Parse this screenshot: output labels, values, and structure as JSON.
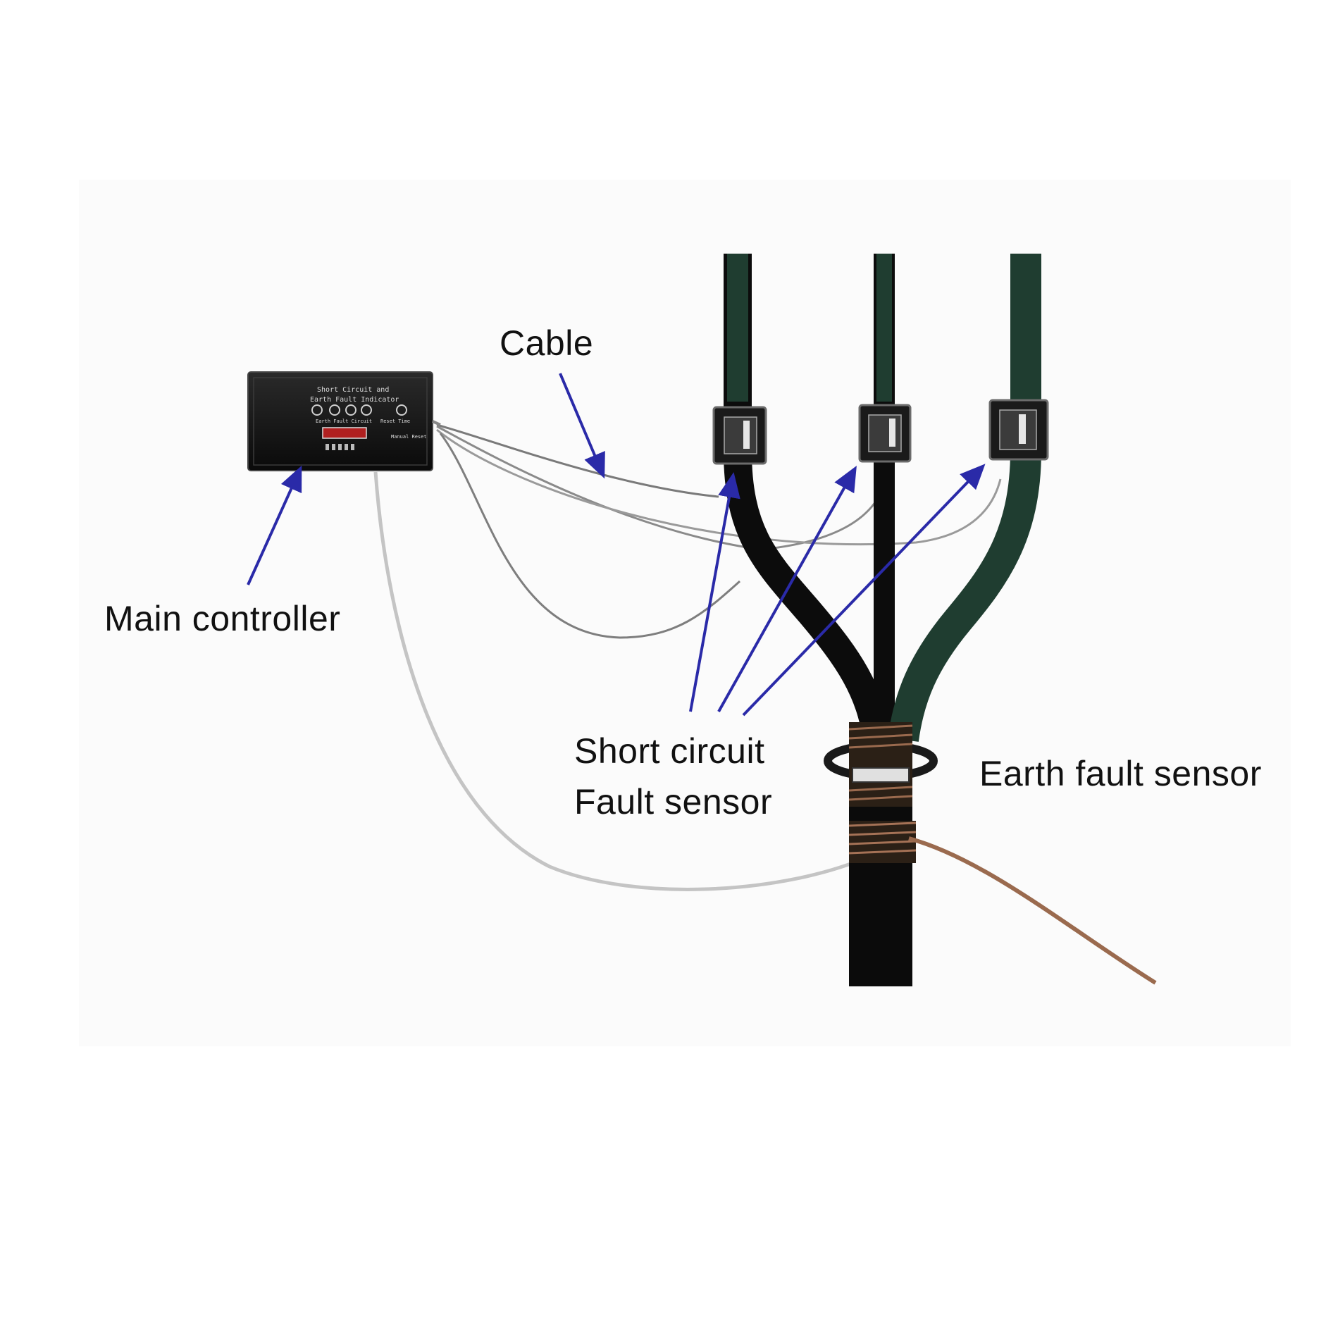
{
  "labels": {
    "cable": "Cable",
    "main_controller": "Main controller",
    "short_circuit_line1": "Short circuit",
    "short_circuit_line2": "Fault sensor",
    "earth_fault": "Earth fault sensor"
  },
  "device": {
    "line1": "Short Circuit and",
    "line2": "Earth Fault Indicator",
    "led_caption": "Earth Fault  Circuit",
    "side_caption": "Reset Time",
    "reset_caption": "Manual Reset"
  },
  "colors": {
    "arrow": "#2a2aa8",
    "cable_dark": "#0c0c0c",
    "cable_green": "#1f3d30",
    "wire_gray": "#8a8a8a",
    "wire_light": "#c4c4c4",
    "copper": "#9a6a4e",
    "device_body": "#151515"
  }
}
